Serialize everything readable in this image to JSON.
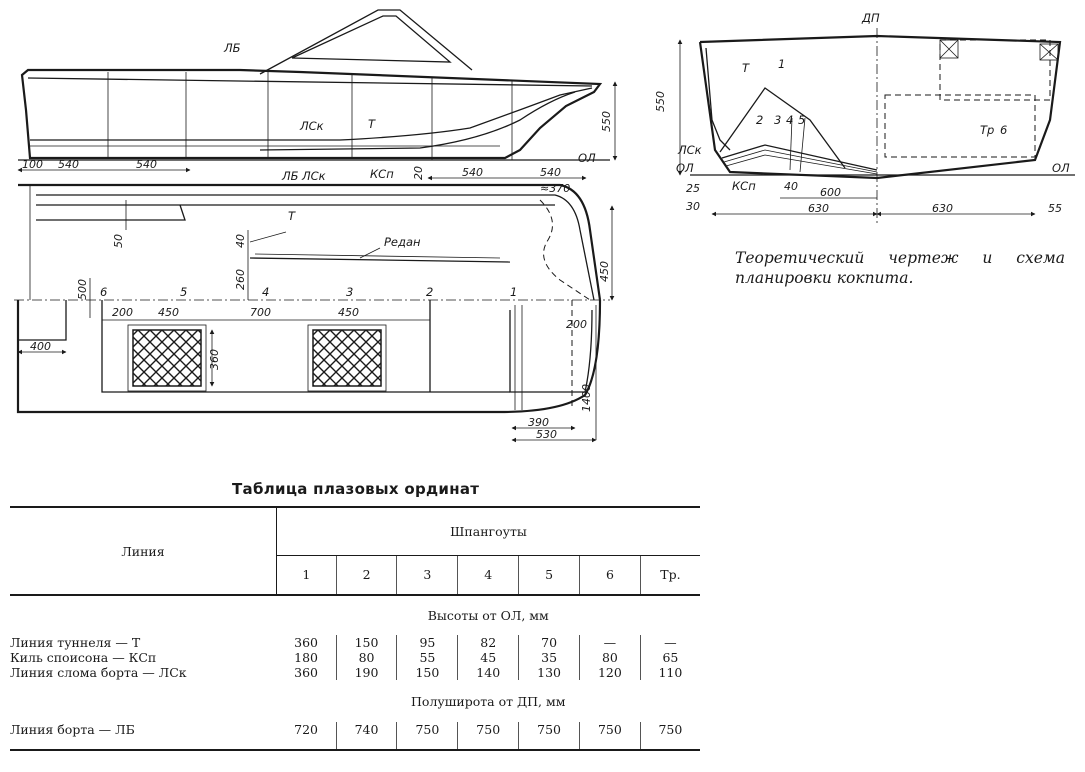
{
  "caption": "Теоретический чертеж и схема планировки кокпита.",
  "table_title": "Таблица плазовых ординат",
  "side_view": {
    "labels": [
      "ЛБ",
      "ЛСк",
      "Т",
      "КСп",
      "ОЛ"
    ],
    "dims": [
      "100",
      "540",
      "540",
      "540",
      "540",
      "20",
      "550"
    ]
  },
  "plan_view": {
    "labels": [
      "ЛБ",
      "ЛСк",
      "Т",
      "Редан"
    ],
    "dims": [
      "≈370",
      "50",
      "40",
      "260",
      "450",
      "500"
    ]
  },
  "cockpit": {
    "frames": [
      "6",
      "5",
      "4",
      "3",
      "2",
      "1"
    ],
    "dims": [
      "200",
      "450",
      "700",
      "450",
      "200",
      "360",
      "400",
      "390",
      "530",
      "1400"
    ]
  },
  "body_plan": {
    "labels": [
      "ДП",
      "Т",
      "1",
      "2",
      "3",
      "4",
      "5",
      "ОЛ",
      "ЛСк",
      "КСп",
      "Тр",
      "6",
      "ОЛ"
    ],
    "dims": [
      "550",
      "25",
      "30",
      "40",
      "600",
      "630",
      "630",
      "55"
    ]
  },
  "table": {
    "col_lines": "Линия",
    "col_frames": "Шпангоуты",
    "frames": [
      "1",
      "2",
      "3",
      "4",
      "5",
      "6",
      "Тр."
    ],
    "section_heights": "Высоты от ОЛ, мм",
    "section_widths": "Полуширота от ДП, мм",
    "rows_heights": [
      {
        "name": "Линия туннеля — Т",
        "values": [
          "360",
          "150",
          "95",
          "82",
          "70",
          "—",
          "—"
        ]
      },
      {
        "name": "Киль споисона — КСп",
        "values": [
          "180",
          "80",
          "55",
          "45",
          "35",
          "80",
          "65"
        ]
      },
      {
        "name": "Линия слома борта — ЛСк",
        "values": [
          "360",
          "190",
          "150",
          "140",
          "130",
          "120",
          "110"
        ]
      }
    ],
    "rows_widths": [
      {
        "name": "Линия борта — ЛБ",
        "values": [
          "720",
          "740",
          "750",
          "750",
          "750",
          "750",
          "750"
        ]
      }
    ]
  }
}
